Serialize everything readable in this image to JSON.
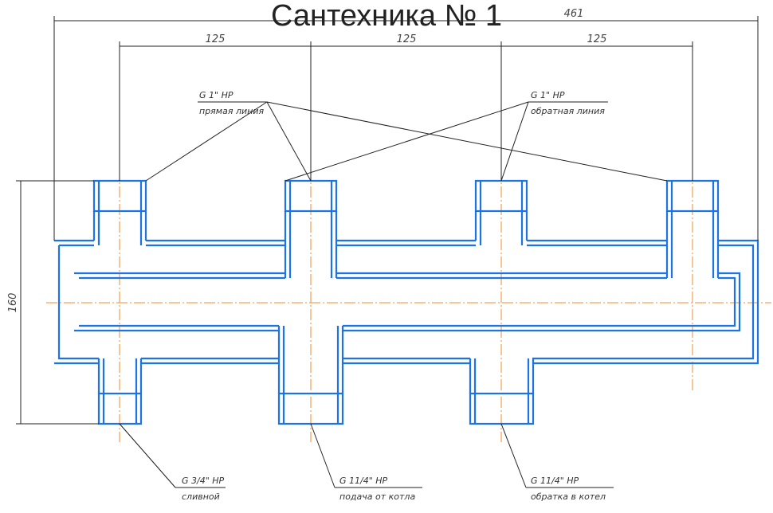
{
  "title": "Сантехника № 1",
  "dimensions": {
    "overall": "461",
    "spacing_1": "125",
    "spacing_2": "125",
    "spacing_3": "125",
    "height": "160"
  },
  "callouts": [
    {
      "thread": "G 1\" HP",
      "desc": "прямая линия"
    },
    {
      "thread": "G 1\" HP",
      "desc": "обратная линия"
    },
    {
      "thread": "G 3/4\" HP",
      "desc": "сливной"
    },
    {
      "thread": "G 11/4\" HP",
      "desc": "подача от котла"
    },
    {
      "thread": "G 11/4\" HP",
      "desc": "обратка в котел"
    }
  ],
  "colors": {
    "outline": "#1a73e8",
    "axis": "#f28c28"
  }
}
